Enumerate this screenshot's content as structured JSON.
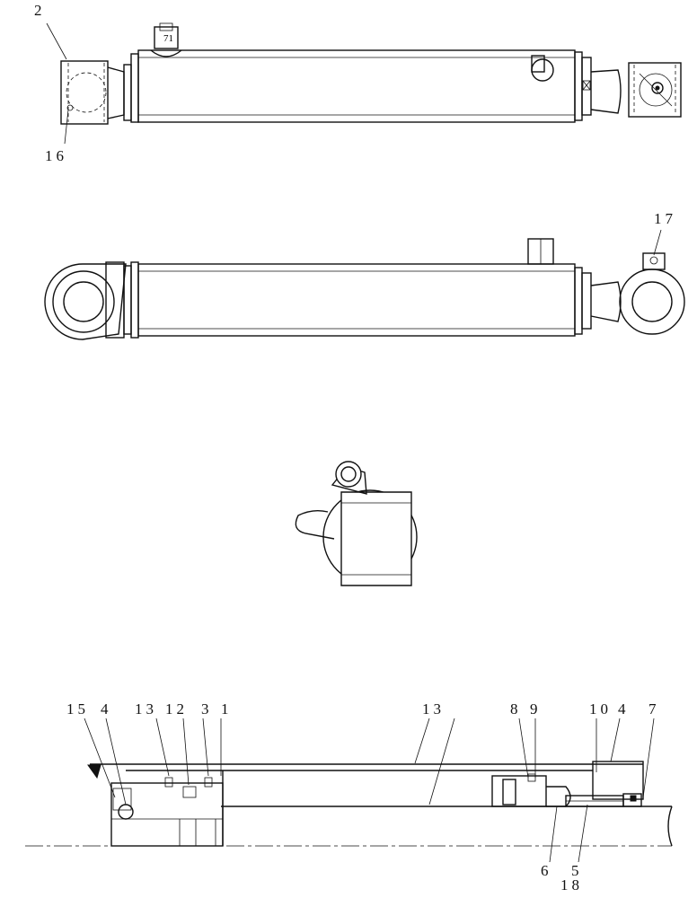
{
  "callouts": {
    "c2": "2",
    "c16": "16",
    "c17": "17",
    "c15": "15",
    "c14": "4",
    "c13_top": "13",
    "c12": "12",
    "c3": "3",
    "c1": "1",
    "c13_rod": "13",
    "c8": "8",
    "c9": "9",
    "c10": "10",
    "c4": "4",
    "c7": "7",
    "c6": "6",
    "c5": "5",
    "c18": "18"
  }
}
